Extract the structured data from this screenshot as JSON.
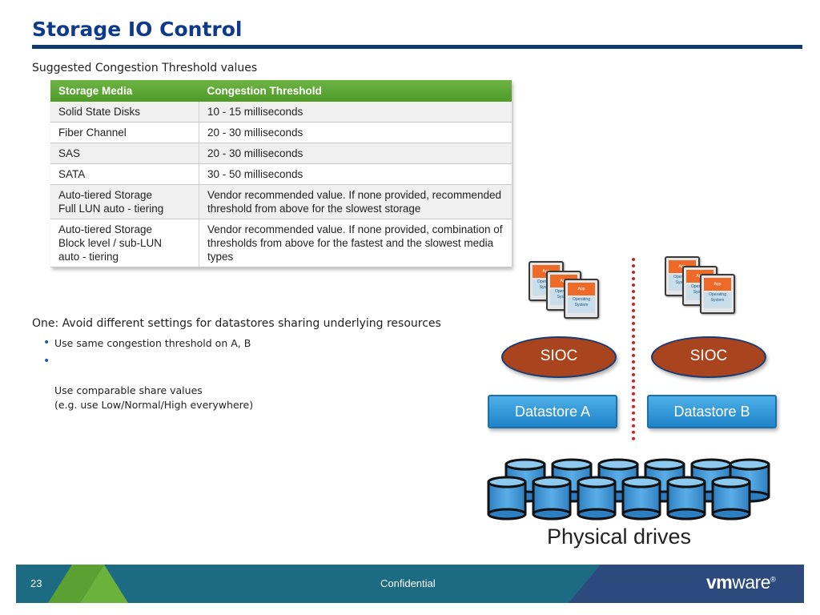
{
  "title": "Storage IO Control",
  "subtitle": "Suggested Congestion Threshold values",
  "table": {
    "headers": [
      "Storage Media",
      "Congestion Threshold"
    ],
    "rows": [
      {
        "media": "Solid State Disks",
        "threshold": "10 - 15 milliseconds"
      },
      {
        "media": "Fiber Channel",
        "threshold": "20 - 30 milliseconds"
      },
      {
        "media": "SAS",
        "threshold": "20 - 30 milliseconds"
      },
      {
        "media": "SATA",
        "threshold": "30 - 50 milliseconds"
      },
      {
        "media": "Auto-tiered Storage\nFull LUN auto - tiering",
        "threshold": "Vendor recommended value. If none provided, recommended threshold from above for the slowest storage"
      },
      {
        "media": "Auto-tiered Storage\nBlock level / sub-LUN\nauto - tiering",
        "threshold": "Vendor recommended value. If none provided, combination of thresholds from above for  the fastest and the slowest media types"
      }
    ]
  },
  "rule": {
    "heading": "One: Avoid different settings for datastores sharing underlying resources",
    "bullets": [
      "Use same congestion threshold on A, B",
      "Use comparable share values\n(e.g. use Low/Normal/High everywhere)"
    ]
  },
  "diagram": {
    "sioc_left": "SIOC",
    "sioc_right": "SIOC",
    "datastore_a": "Datastore A",
    "datastore_b": "Datastore B",
    "drives_label": "Physical drives",
    "vm_app_label": "App",
    "vm_os_label": "Operating System",
    "colors": {
      "sioc": "#a8451f",
      "datastore": "#2b94d6",
      "divider": "#d22020",
      "drive": "#3a8fd0"
    }
  },
  "footer": {
    "page_number": "23",
    "confidential": "Confidential",
    "logo_vm": "vm",
    "logo_ware": "ware",
    "logo_mark": "®",
    "colors": {
      "green": "#6ab23c",
      "teal": "#1d6b83",
      "navy": "#2c4a7d"
    }
  }
}
